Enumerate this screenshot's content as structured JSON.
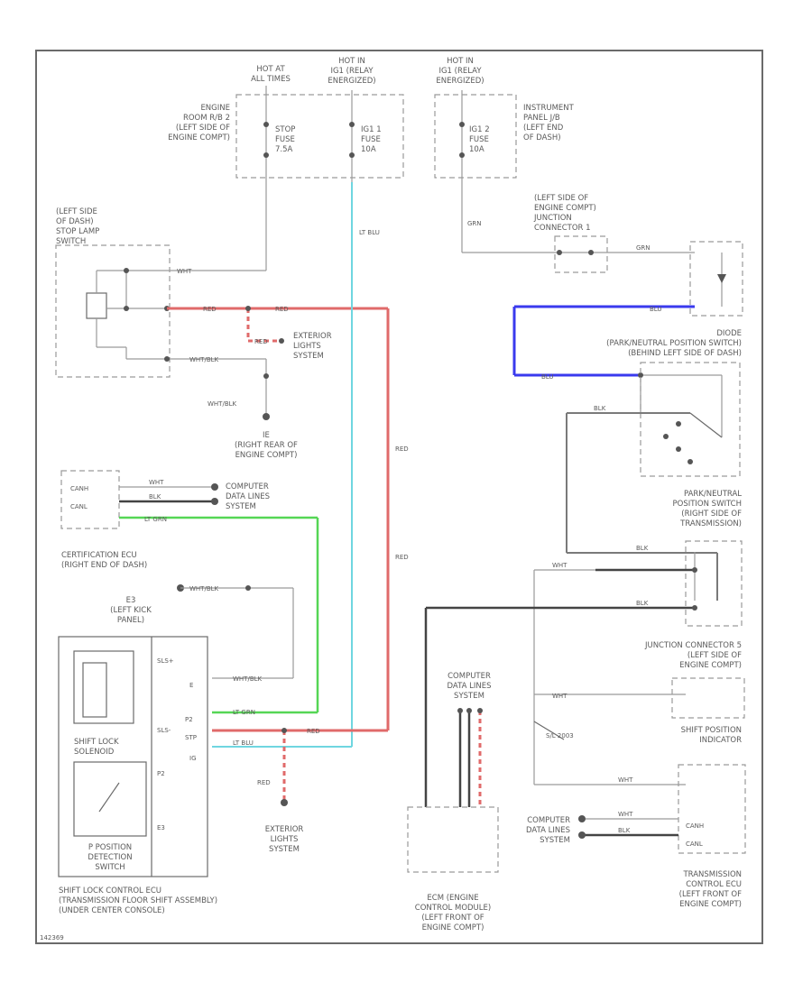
{
  "top_sources": [
    {
      "line1": "HOT AT",
      "line2": "ALL TIMES"
    },
    {
      "line1": "HOT IN",
      "line2": "IG1 (RELAY",
      "line3": "ENERGIZED)"
    },
    {
      "line1": "HOT IN",
      "line2": "IG1 (RELAY",
      "line3": "ENERGIZED)"
    }
  ],
  "fuses": [
    {
      "line1": "STOP",
      "line2": "FUSE",
      "line3": "7.5A"
    },
    {
      "line1": "IG1 1",
      "line2": "FUSE",
      "line3": "10A"
    },
    {
      "line1": "IG1 2",
      "line2": "FUSE",
      "line3": "10A"
    }
  ],
  "engine_room_rb": [
    "ENGINE",
    "ROOM R/B 2",
    "(LEFT SIDE OF",
    "ENGINE COMPT)"
  ],
  "instrument_jb": [
    "INSTRUMENT",
    "PANEL J/B",
    "(LEFT END",
    "OF DASH)"
  ],
  "stop_lamp_switch": [
    "(LEFT SIDE",
    "OF DASH)",
    "STOP LAMP",
    "SWITCH"
  ],
  "junction_connector_1": [
    "(LEFT SIDE OF",
    "ENGINE COMPT)",
    "JUNCTION",
    "CONNECTOR 1"
  ],
  "exterior_lights_1": [
    "EXTERIOR",
    "LIGHTS",
    "SYSTEM"
  ],
  "ground_ie": [
    "IE",
    "(RIGHT REAR OF",
    "ENGINE COMPT)"
  ],
  "computer_data_1": [
    "COMPUTER",
    "DATA LINES",
    "SYSTEM"
  ],
  "certification_ecu": [
    "CERTIFICATION ECU",
    "(RIGHT END OF DASH)"
  ],
  "ground_e3": [
    "E3",
    "(LEFT KICK",
    "PANEL)"
  ],
  "shift_lock_ecu": [
    "SHIFT LOCK CONTROL ECU",
    "(TRANSMISSION FLOOR SHIFT ASSEMBLY)",
    "(UNDER CENTER CONSOLE)"
  ],
  "shift_lock_solenoid": [
    "SHIFT LOCK",
    "SOLENOID"
  ],
  "p_position_switch": [
    "P POSITION",
    "DETECTION",
    "SWITCH"
  ],
  "ecu_pins": [
    "SLS+",
    "E",
    "P2",
    "SLS-",
    "STP",
    "IG",
    "P2",
    "E3"
  ],
  "exterior_lights_2": [
    "EXTERIOR",
    "LIGHTS",
    "SYSTEM"
  ],
  "computer_data_2": [
    "COMPUTER",
    "DATA LINES",
    "SYSTEM"
  ],
  "ecm": [
    "ECM (ENGINE",
    "CONTROL MODULE)",
    "(LEFT FRONT OF",
    "ENGINE COMPT)"
  ],
  "diode": [
    "DIODE",
    "(PARK/NEUTRAL POSITION SWITCH)",
    "(BEHIND LEFT SIDE OF DASH)"
  ],
  "park_neutral_switch": [
    "PARK/NEUTRAL",
    "POSITION SWITCH",
    "(RIGHT SIDE OF",
    "TRANSMISSION)"
  ],
  "junction_connector_5": [
    "JUNCTION CONNECTOR 5",
    "(LEFT SIDE OF",
    "ENGINE COMPT)"
  ],
  "shift_indicator": [
    "SHIFT POSITION",
    "INDICATOR"
  ],
  "shift_indicator_pin": "S/L 2003",
  "computer_data_3": [
    "COMPUTER",
    "DATA LINES",
    "SYSTEM"
  ],
  "tcm": [
    "TRANSMISSION",
    "CONTROL ECU",
    "(LEFT FRONT OF",
    "ENGINE COMPT)"
  ],
  "cert_pins": [
    "CANH",
    "CANL"
  ],
  "tcm_pins": [
    "CANH",
    "CANL"
  ],
  "wire_colors": {
    "red": "RED",
    "lt_blu": "LT BLU",
    "lt_grn": "LT GRN",
    "blu": "BLU",
    "wht": "WHT",
    "blk": "BLK",
    "wht_blk": "WHT/BLK",
    "grn": "GRN"
  },
  "footer_code": "142369",
  "colors": {
    "red": "#e06a6a",
    "cyan": "#6fd6e0",
    "green": "#55d655",
    "blue": "#3a3aee",
    "black": "#444444"
  }
}
